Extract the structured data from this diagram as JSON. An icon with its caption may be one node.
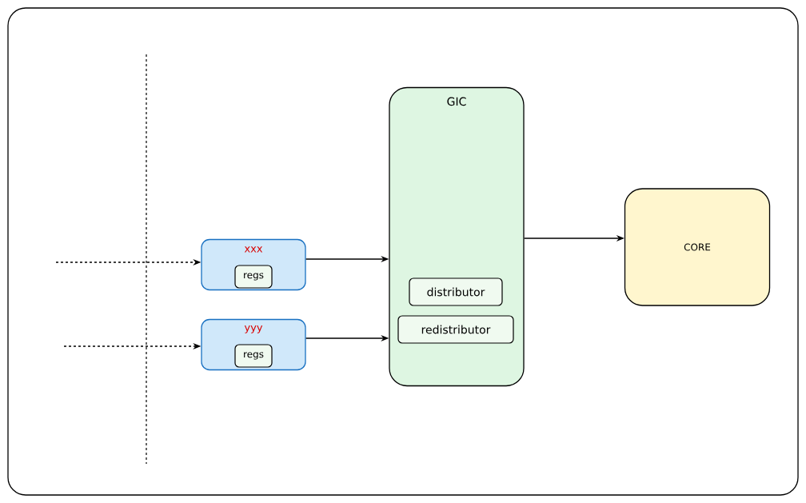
{
  "diagram": {
    "nodes": [
      {
        "text": [
          "xxx"
        ]
      },
      {
        "text": [
          "regs"
        ],
        "in": 0
      },
      {
        "text": [
          "yyy"
        ]
      },
      {
        "text": [
          "regs"
        ],
        "in": 2
      },
      {
        "text": [
          "GIC"
        ]
      },
      {
        "text": [
          "distributor"
        ],
        "in": 4
      },
      {
        "text": [
          "redistributor"
        ],
        "in": 4
      },
      {
        "text": [
          "CORE"
        ]
      }
    ],
    "edges": [
      {
        "from": null,
        "to": 0,
        "arrow": "to",
        "style": "dashed"
      },
      {
        "from": null,
        "to": 2,
        "arrow": "to",
        "style": "dashed"
      },
      {
        "from": 0,
        "to": 4,
        "arrow": "to"
      },
      {
        "from": 2,
        "to": 4,
        "arrow": "to"
      },
      {
        "from": 4,
        "to": 7,
        "arrow": "to"
      }
    ]
  }
}
